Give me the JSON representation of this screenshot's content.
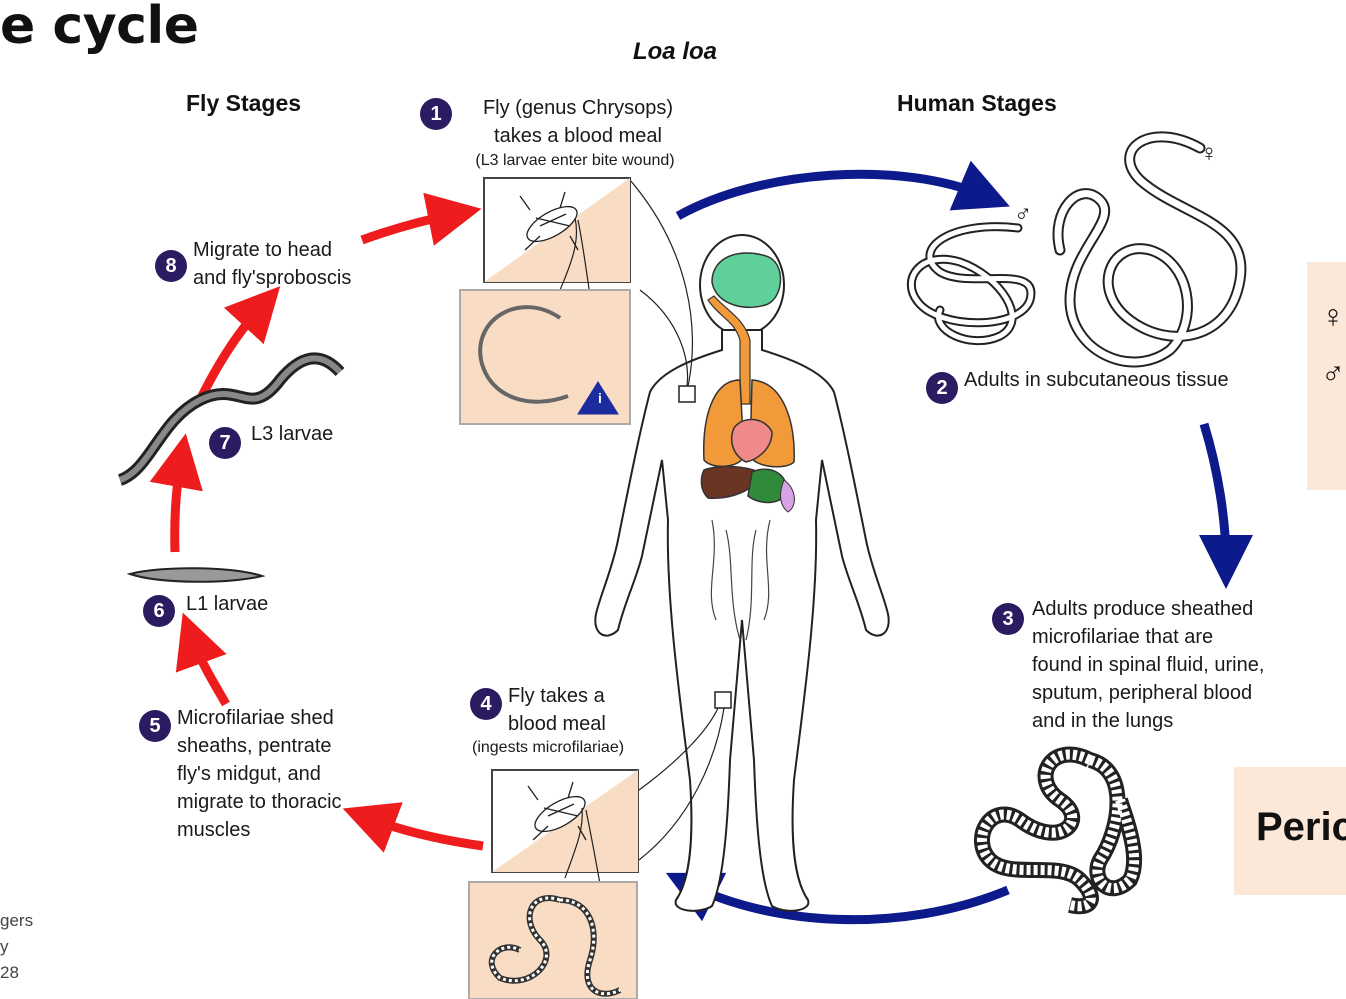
{
  "slide": {
    "title_fragment": "e cycle",
    "footer_lines": [
      "gers",
      "y",
      "28"
    ]
  },
  "diagram": {
    "title": "Loa loa",
    "fly_stages_heading": "Fly Stages",
    "human_stages_heading": "Human Stages",
    "steps": [
      {
        "n": "1",
        "lines": [
          "Fly (genus Chrysops)",
          "takes a blood meal"
        ],
        "note": "(L3 larvae enter bite wound)"
      },
      {
        "n": "2",
        "lines": [
          "Adults in subcutaneous tissue"
        ]
      },
      {
        "n": "3",
        "lines": [
          "Adults produce sheathed",
          "microfilariae that are",
          "found in spinal fluid, urine,",
          "sputum, peripheral blood",
          "and in the lungs"
        ]
      },
      {
        "n": "4",
        "lines": [
          "Fly takes a",
          "blood meal"
        ],
        "note": "(ingests microfilariae)"
      },
      {
        "n": "5",
        "lines": [
          "Microfilariae shed",
          "sheaths, pentrate",
          "fly's midgut, and",
          "migrate to thoracic",
          "muscles"
        ]
      },
      {
        "n": "6",
        "lines": [
          "L1 larvae"
        ]
      },
      {
        "n": "7",
        "lines": [
          "L3 larvae"
        ]
      },
      {
        "n": "8",
        "lines": [
          "Migrate to head",
          "and fly'sproboscis"
        ]
      }
    ],
    "info_icon_glyph": "i",
    "female_symbol": "♀",
    "male_symbol": "♂",
    "colors": {
      "human_arrow": "#0d1a8c",
      "fly_arrow": "#ee1c1c",
      "step_badge": "#2b1b61",
      "panel": "#f9dcc4"
    }
  },
  "side_panel": {
    "female_symbol": "♀",
    "male_symbol": "♂",
    "partial_word": "Peric"
  }
}
